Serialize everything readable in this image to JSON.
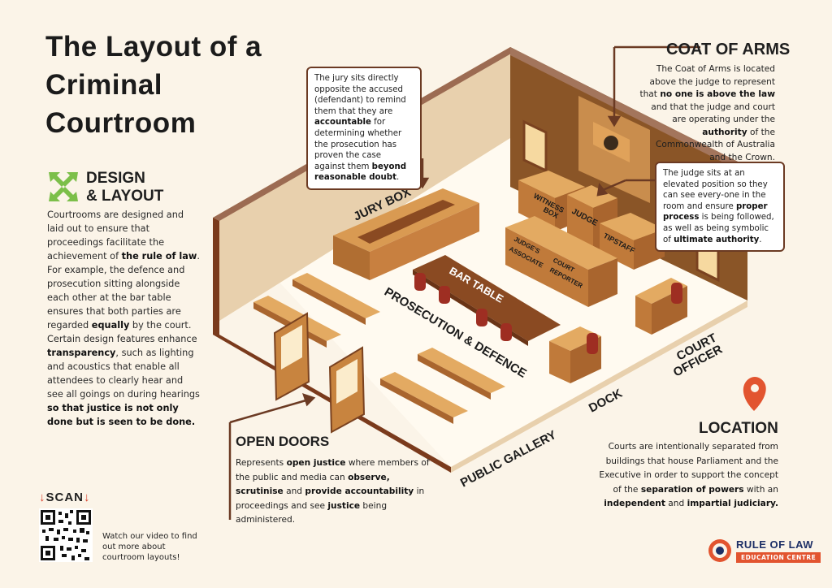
{
  "title": {
    "line1": "The Layout of a",
    "line2": "Criminal",
    "line3": "Courtroom"
  },
  "design": {
    "heading_line1": "DESIGN",
    "heading_line2": "& LAYOUT",
    "body_parts": [
      "Courtrooms are designed and laid out to ensure that proceedings facilitate the achievement of ",
      "the rule of law",
      ". For example, the defence and prosecution sitting alongside each other at the bar table ensures that both parties are regarded ",
      "equally",
      " by the court. Certain design features enhance ",
      "transparency",
      ", such as lighting and acoustics that enable all attendees to clearly hear and see all goings on during hearings ",
      "so that justice is not only done but is seen to be done."
    ]
  },
  "jury_callout": {
    "parts": [
      "The jury sits directly opposite the accused (defendant) to remind them that they are ",
      "accountable",
      " for determining whether the prosecution has proven the case against them ",
      "beyond reasonable doubt",
      "."
    ]
  },
  "coat_of_arms": {
    "heading": "COAT OF ARMS",
    "parts": [
      "The Coat of Arms is located above the judge to represent that ",
      "no one is above the law",
      " and that the judge and court are operating under the ",
      "authority",
      " of the Commonwealth of Australia and the Crown."
    ]
  },
  "judge_callout": {
    "parts": [
      "The judge sits at an elevated position so they can see every-one in the room and ensure ",
      "proper process",
      " is being followed, as well as being symbolic of ",
      "ultimate authority",
      "."
    ]
  },
  "open_doors": {
    "heading": "OPEN DOORS",
    "parts": [
      "Represents ",
      "open justice",
      " where members of the public and media can ",
      "observe, scrutinise",
      " and ",
      "provide accountability",
      " in proceedings and see ",
      "justice",
      " being administered."
    ]
  },
  "location": {
    "heading": "LOCATION",
    "parts": [
      "Courts are intentionally separated from buildings that house Parliament and the Executive in order to support the concept of the ",
      "separation of powers",
      " with an ",
      "independent",
      " and ",
      "impartial judiciary."
    ]
  },
  "scan": {
    "label": "SCAN",
    "watch": "Watch our video to find out more about courtroom layouts!"
  },
  "logo": {
    "title": "RULE OF LAW",
    "subtitle": "EDUCATION CENTRE"
  },
  "room_labels": {
    "jury_box": "JURY BOX",
    "bar_table": "BAR TABLE",
    "prosecution_defence": "PROSECUTION & DEFENCE",
    "witness_box_1": "WITNESS",
    "witness_box_2": "BOX",
    "judge": "JUDGE",
    "tipstaff": "TIPSTAFF",
    "judges_associate_1": "JUDGE'S",
    "judges_associate_2": "ASSOCIATE",
    "court_reporter_1": "COURT",
    "court_reporter_2": "REPORTER",
    "court_officer_1": "COURT",
    "court_officer_2": "OFFICER",
    "dock": "DOCK",
    "public_gallery": "PUBLIC GALLERY"
  },
  "colors": {
    "accent": "#6b3a23",
    "wood": "#c8843f",
    "wall": "#e9d3b5",
    "pin": "#e2542f",
    "brand": "#1d2f66"
  }
}
